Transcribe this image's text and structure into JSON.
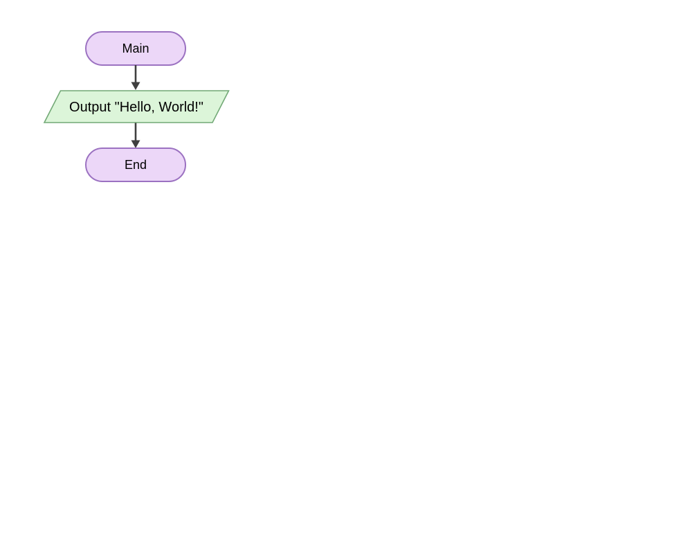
{
  "flowchart": {
    "background": "#ffffff",
    "text_color": "#000000",
    "connector_color": "#3f3f3f",
    "nodes": [
      {
        "id": "main",
        "type": "terminal",
        "label": "Main",
        "fill": "#ecd7f8",
        "stroke": "#9b71c1"
      },
      {
        "id": "output",
        "type": "io",
        "label": "Output \"Hello, World!\"",
        "fill": "#dcf5d9",
        "stroke": "#72a976"
      },
      {
        "id": "end",
        "type": "terminal",
        "label": "End",
        "fill": "#ecd7f8",
        "stroke": "#9b71c1"
      }
    ],
    "edges": [
      {
        "from": "main",
        "to": "output"
      },
      {
        "from": "output",
        "to": "end"
      }
    ]
  }
}
